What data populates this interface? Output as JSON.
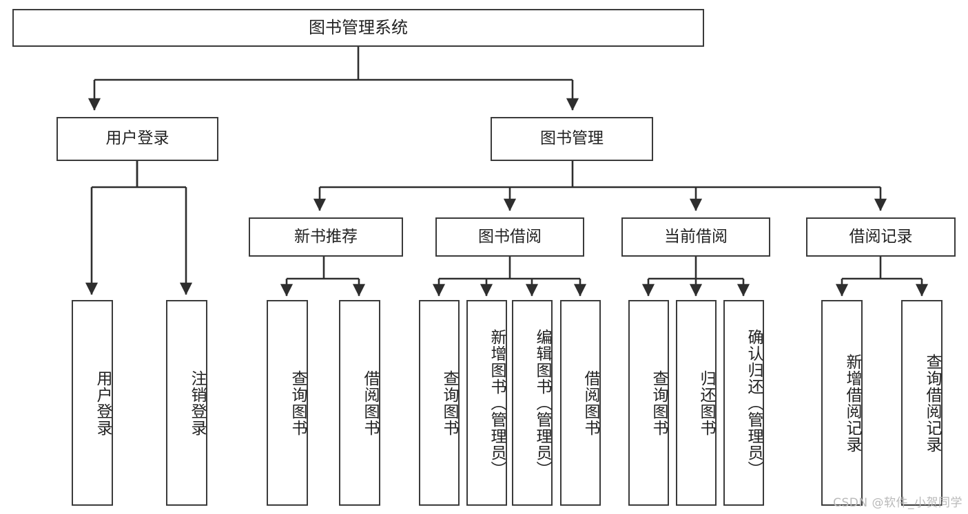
{
  "diagram": {
    "title": "图书管理系统",
    "type": "tree-hierarchy-diagram",
    "orientation": "top-down",
    "colors": {
      "node_border": "#3a3a3a",
      "node_fill": "#ffffff",
      "edge": "#2e2e2e",
      "text": "#222222",
      "watermark": "#b9b9b9",
      "canvas": "#ffffff"
    },
    "watermark": "CSDN @软件_小贺同学",
    "levels": {
      "level1": [
        "图书管理系统"
      ],
      "level2": [
        "用户登录",
        "图书管理"
      ],
      "level3": [
        "新书推荐",
        "图书借阅",
        "当前借阅",
        "借阅记录"
      ],
      "level4": [
        "用户登录",
        "注销登录",
        "查询图书",
        "借阅图书",
        "查询图书",
        "新增图书（管理员）",
        "编辑图书（管理员）",
        "借阅图书",
        "查询图书",
        "归还图书",
        "确认归还（管理员）",
        "新增借阅记录",
        "查询借阅记录"
      ]
    },
    "nodes": {
      "root": {
        "label": "图书管理系统"
      },
      "user_login": {
        "label": "用户登录"
      },
      "book_manage": {
        "label": "图书管理"
      },
      "new_book_rec": {
        "label": "新书推荐"
      },
      "book_borrow": {
        "label": "图书借阅"
      },
      "current_borrow": {
        "label": "当前借阅"
      },
      "borrow_record": {
        "label": "借阅记录"
      },
      "leaf_user_login": {
        "label": "用户登录"
      },
      "leaf_logout": {
        "label": "注销登录"
      },
      "leaf_query_book_1": {
        "label": "查询图书"
      },
      "leaf_borrow_book_1": {
        "label": "借阅图书"
      },
      "leaf_query_book_2": {
        "label": "查询图书"
      },
      "leaf_add_book_admin": {
        "label": "新增图书（管理员）"
      },
      "leaf_edit_book_admin": {
        "label": "编辑图书（管理员）"
      },
      "leaf_borrow_book_2": {
        "label": "借阅图书"
      },
      "leaf_query_book_3": {
        "label": "查询图书"
      },
      "leaf_return_book": {
        "label": "归还图书"
      },
      "leaf_confirm_return_admin": {
        "label": "确认归还（管理员）"
      },
      "leaf_add_borrow_record": {
        "label": "新增借阅记录"
      },
      "leaf_query_borrow_record": {
        "label": "查询借阅记录"
      }
    },
    "edges": [
      {
        "from": "图书管理系统",
        "to": "用户登录"
      },
      {
        "from": "图书管理系统",
        "to": "图书管理"
      },
      {
        "from": "用户登录",
        "to": "用户登录"
      },
      {
        "from": "用户登录",
        "to": "注销登录"
      },
      {
        "from": "图书管理",
        "to": "新书推荐"
      },
      {
        "from": "图书管理",
        "to": "图书借阅"
      },
      {
        "from": "图书管理",
        "to": "当前借阅"
      },
      {
        "from": "图书管理",
        "to": "借阅记录"
      },
      {
        "from": "新书推荐",
        "to": "查询图书"
      },
      {
        "from": "新书推荐",
        "to": "借阅图书"
      },
      {
        "from": "图书借阅",
        "to": "查询图书"
      },
      {
        "from": "图书借阅",
        "to": "新增图书（管理员）"
      },
      {
        "from": "图书借阅",
        "to": "编辑图书（管理员）"
      },
      {
        "from": "图书借阅",
        "to": "借阅图书"
      },
      {
        "from": "当前借阅",
        "to": "查询图书"
      },
      {
        "from": "当前借阅",
        "to": "归还图书"
      },
      {
        "from": "当前借阅",
        "to": "确认归还（管理员）"
      },
      {
        "from": "借阅记录",
        "to": "新增借阅记录"
      },
      {
        "from": "借阅记录",
        "to": "查询借阅记录"
      }
    ]
  }
}
